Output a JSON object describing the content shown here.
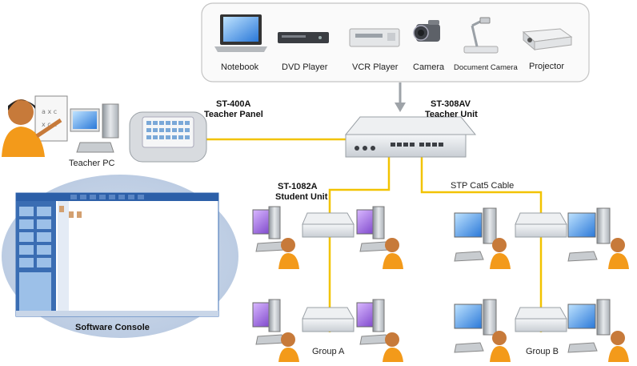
{
  "devices": {
    "notebook": "Notebook",
    "dvd_player": "DVD Player",
    "vcr_player": "VCR Player",
    "camera": "Camera",
    "document_camera": "Document Camera",
    "projector": "Projector"
  },
  "teacher_panel": {
    "model": "ST-400A",
    "name": "Teacher Panel"
  },
  "teacher_unit": {
    "model": "ST-308AV",
    "name": "Teacher Unit"
  },
  "student_unit": {
    "model": "ST-1082A",
    "name": "Student Unit"
  },
  "teacher_pc": "Teacher PC",
  "cable": "STP Cat5 Cable",
  "software_console": "Software Console",
  "group_a": "Group A",
  "group_b": "Group B",
  "colors": {
    "cable": "#f2c300",
    "arrow": "#9ea3a8",
    "console_bg": "#c4d2e6",
    "panel_border": "#c4c4c4"
  }
}
